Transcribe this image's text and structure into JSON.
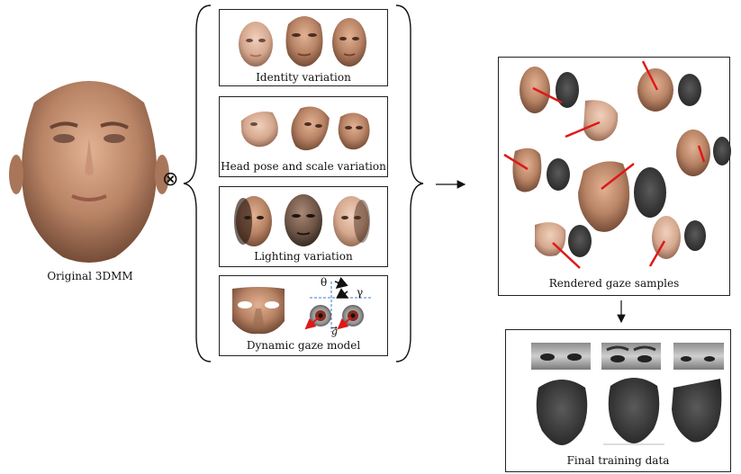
{
  "original": {
    "label": "Original 3DMM"
  },
  "operator": {
    "symbol": "⊗"
  },
  "variations": {
    "identity": {
      "label": "Identity variation"
    },
    "headpose": {
      "label": "Head pose and scale variation"
    },
    "lighting": {
      "label": "Lighting variation"
    },
    "gaze": {
      "label": "Dynamic gaze model",
      "theta": "θ",
      "gamma": "γ",
      "g": "g"
    }
  },
  "rendered": {
    "label": "Rendered gaze samples"
  },
  "final": {
    "label": "Final training data"
  },
  "colors": {
    "skin": "#b98466",
    "gaze_line": "#e01818",
    "depth": "#3a3a3a",
    "border": "#222222"
  }
}
